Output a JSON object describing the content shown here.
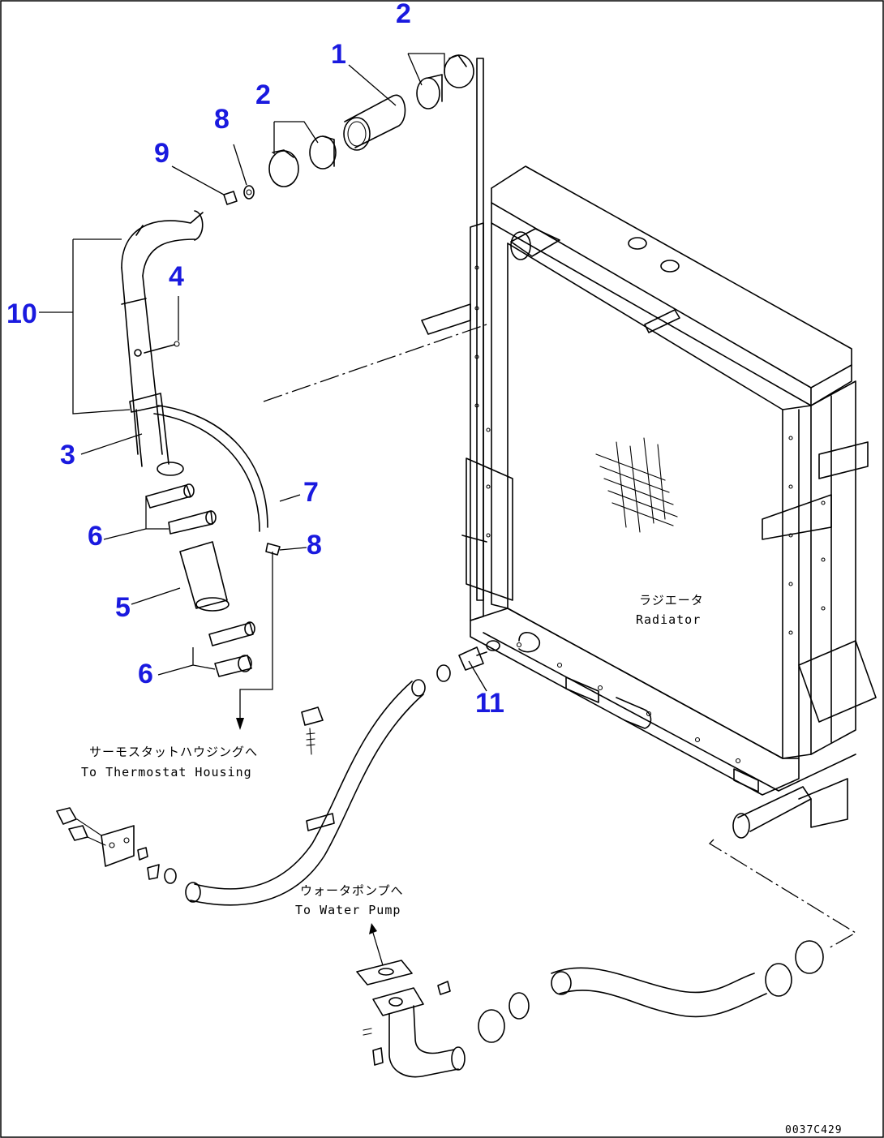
{
  "callouts": [
    "1",
    "2",
    "2",
    "8",
    "9",
    "10",
    "4",
    "3",
    "7",
    "6",
    "8",
    "5",
    "6",
    "11"
  ],
  "notes": {
    "radiator_jp": "ラジエータ",
    "radiator_en": "Radiator",
    "thermostat_jp": "サーモスタットハウジングへ",
    "thermostat_en": "To Thermostat Housing",
    "pump_jp": "ウォータポンプへ",
    "pump_en": "To Water Pump"
  },
  "drawing_code": "0037C429"
}
